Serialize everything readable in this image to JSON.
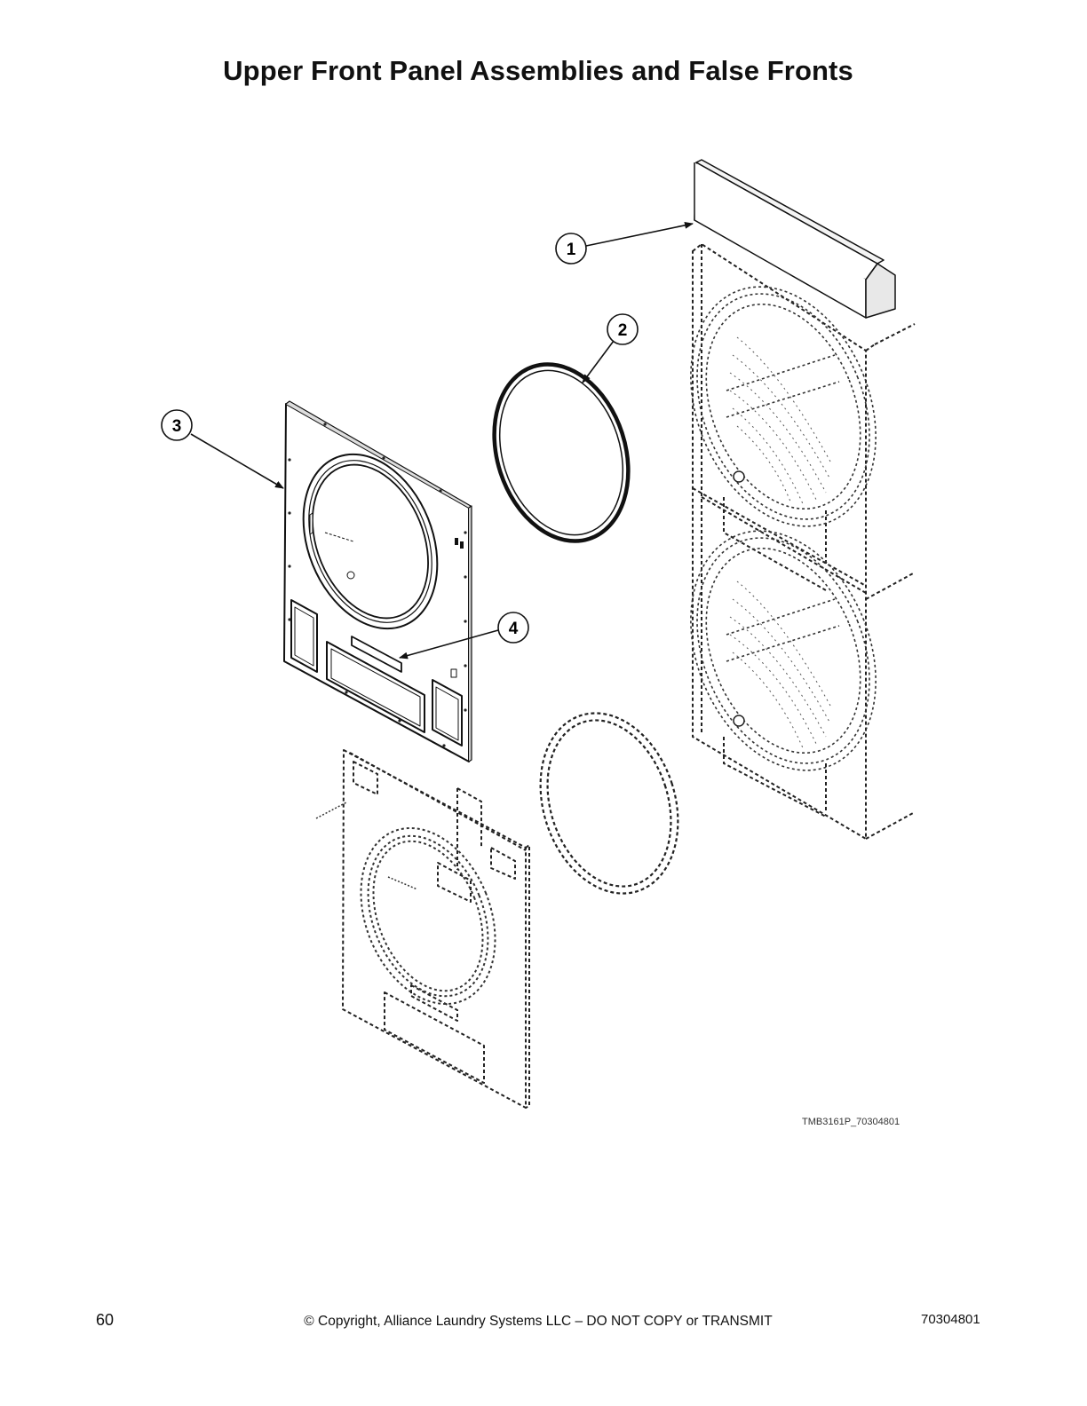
{
  "page": {
    "title": "Upper Front Panel Assemblies and False Fronts",
    "figure_id": "TMB3161P_70304801",
    "page_number": "60",
    "copyright": "© Copyright, Alliance Laundry Systems LLC – DO NOT COPY or TRANSMIT",
    "doc_number": "70304801"
  },
  "callouts": [
    {
      "id": "callout-1",
      "label": "1"
    },
    {
      "id": "callout-2",
      "label": "2"
    },
    {
      "id": "callout-3",
      "label": "3"
    },
    {
      "id": "callout-4",
      "label": "4"
    }
  ]
}
